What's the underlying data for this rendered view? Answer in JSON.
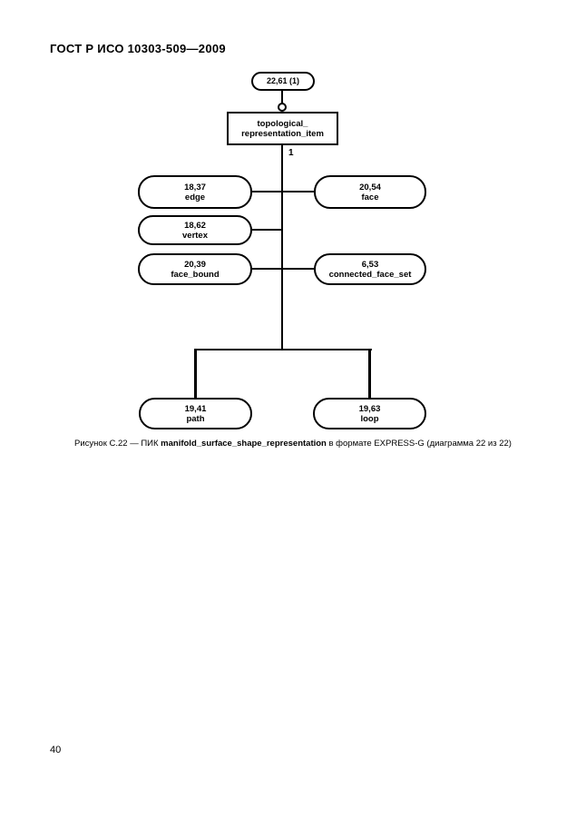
{
  "header": {
    "title": "ГОСТ Р ИСО 10303-509—2009"
  },
  "diagram": {
    "page_ref": "22,61 (1)",
    "root": {
      "line1": "topological_",
      "line2": "representation_item"
    },
    "cardinality": "1",
    "nodes": {
      "edge": {
        "ref": "18,37",
        "label": "edge"
      },
      "face": {
        "ref": "20,54",
        "label": "face"
      },
      "vertex": {
        "ref": "18,62",
        "label": "vertex"
      },
      "face_bound": {
        "ref": "20,39",
        "label": "face_bound"
      },
      "connected_face_set": {
        "ref": "6,53",
        "label": "connected_face_set"
      },
      "path": {
        "ref": "19,41",
        "label": "path"
      },
      "loop": {
        "ref": "19,63",
        "label": "loop"
      }
    }
  },
  "caption": {
    "prefix": "Рисунок С.22 — ПИК ",
    "entity": "manifold_surface_shape_representation",
    "suffix": " в формате EXPRESS-G (диаграмма 22 из 22)"
  },
  "footer": {
    "page_number": "40"
  }
}
